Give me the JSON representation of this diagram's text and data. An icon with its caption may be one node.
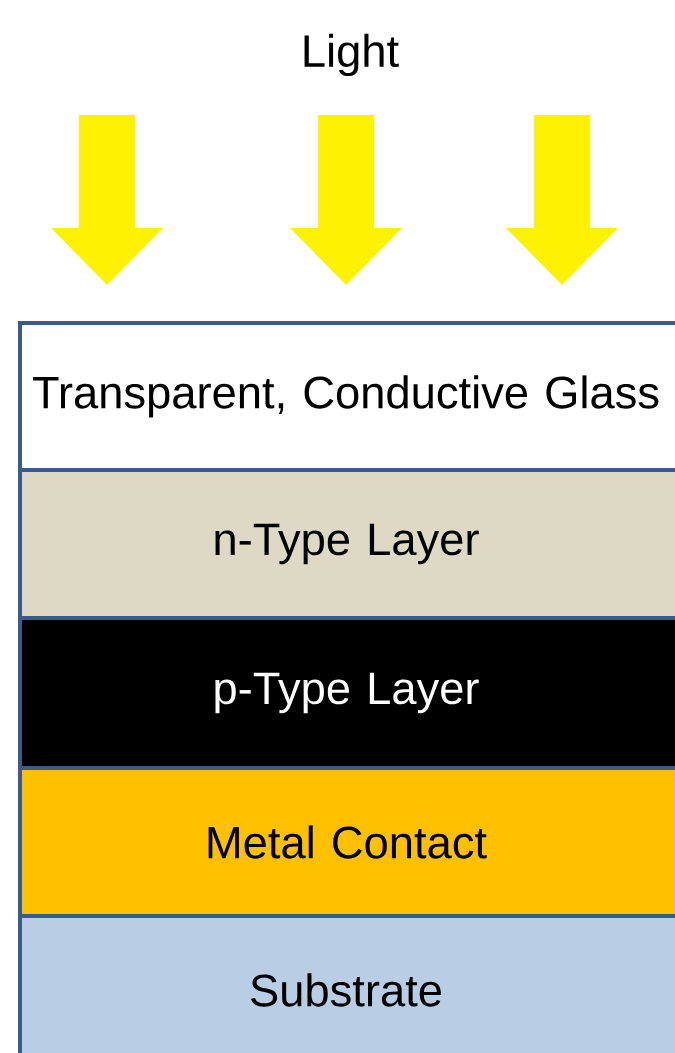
{
  "diagram": {
    "nodes": [
      {
        "text": [
          "Transparent, Conductive Glass"
        ]
      },
      {
        "text": [
          "n-Type Layer"
        ]
      },
      {
        "text": [
          "p-Type Layer"
        ]
      },
      {
        "text": [
          "Metal Contact"
        ]
      },
      {
        "text": [
          "Substrate"
        ]
      }
    ],
    "labels": [
      "Light"
    ]
  }
}
